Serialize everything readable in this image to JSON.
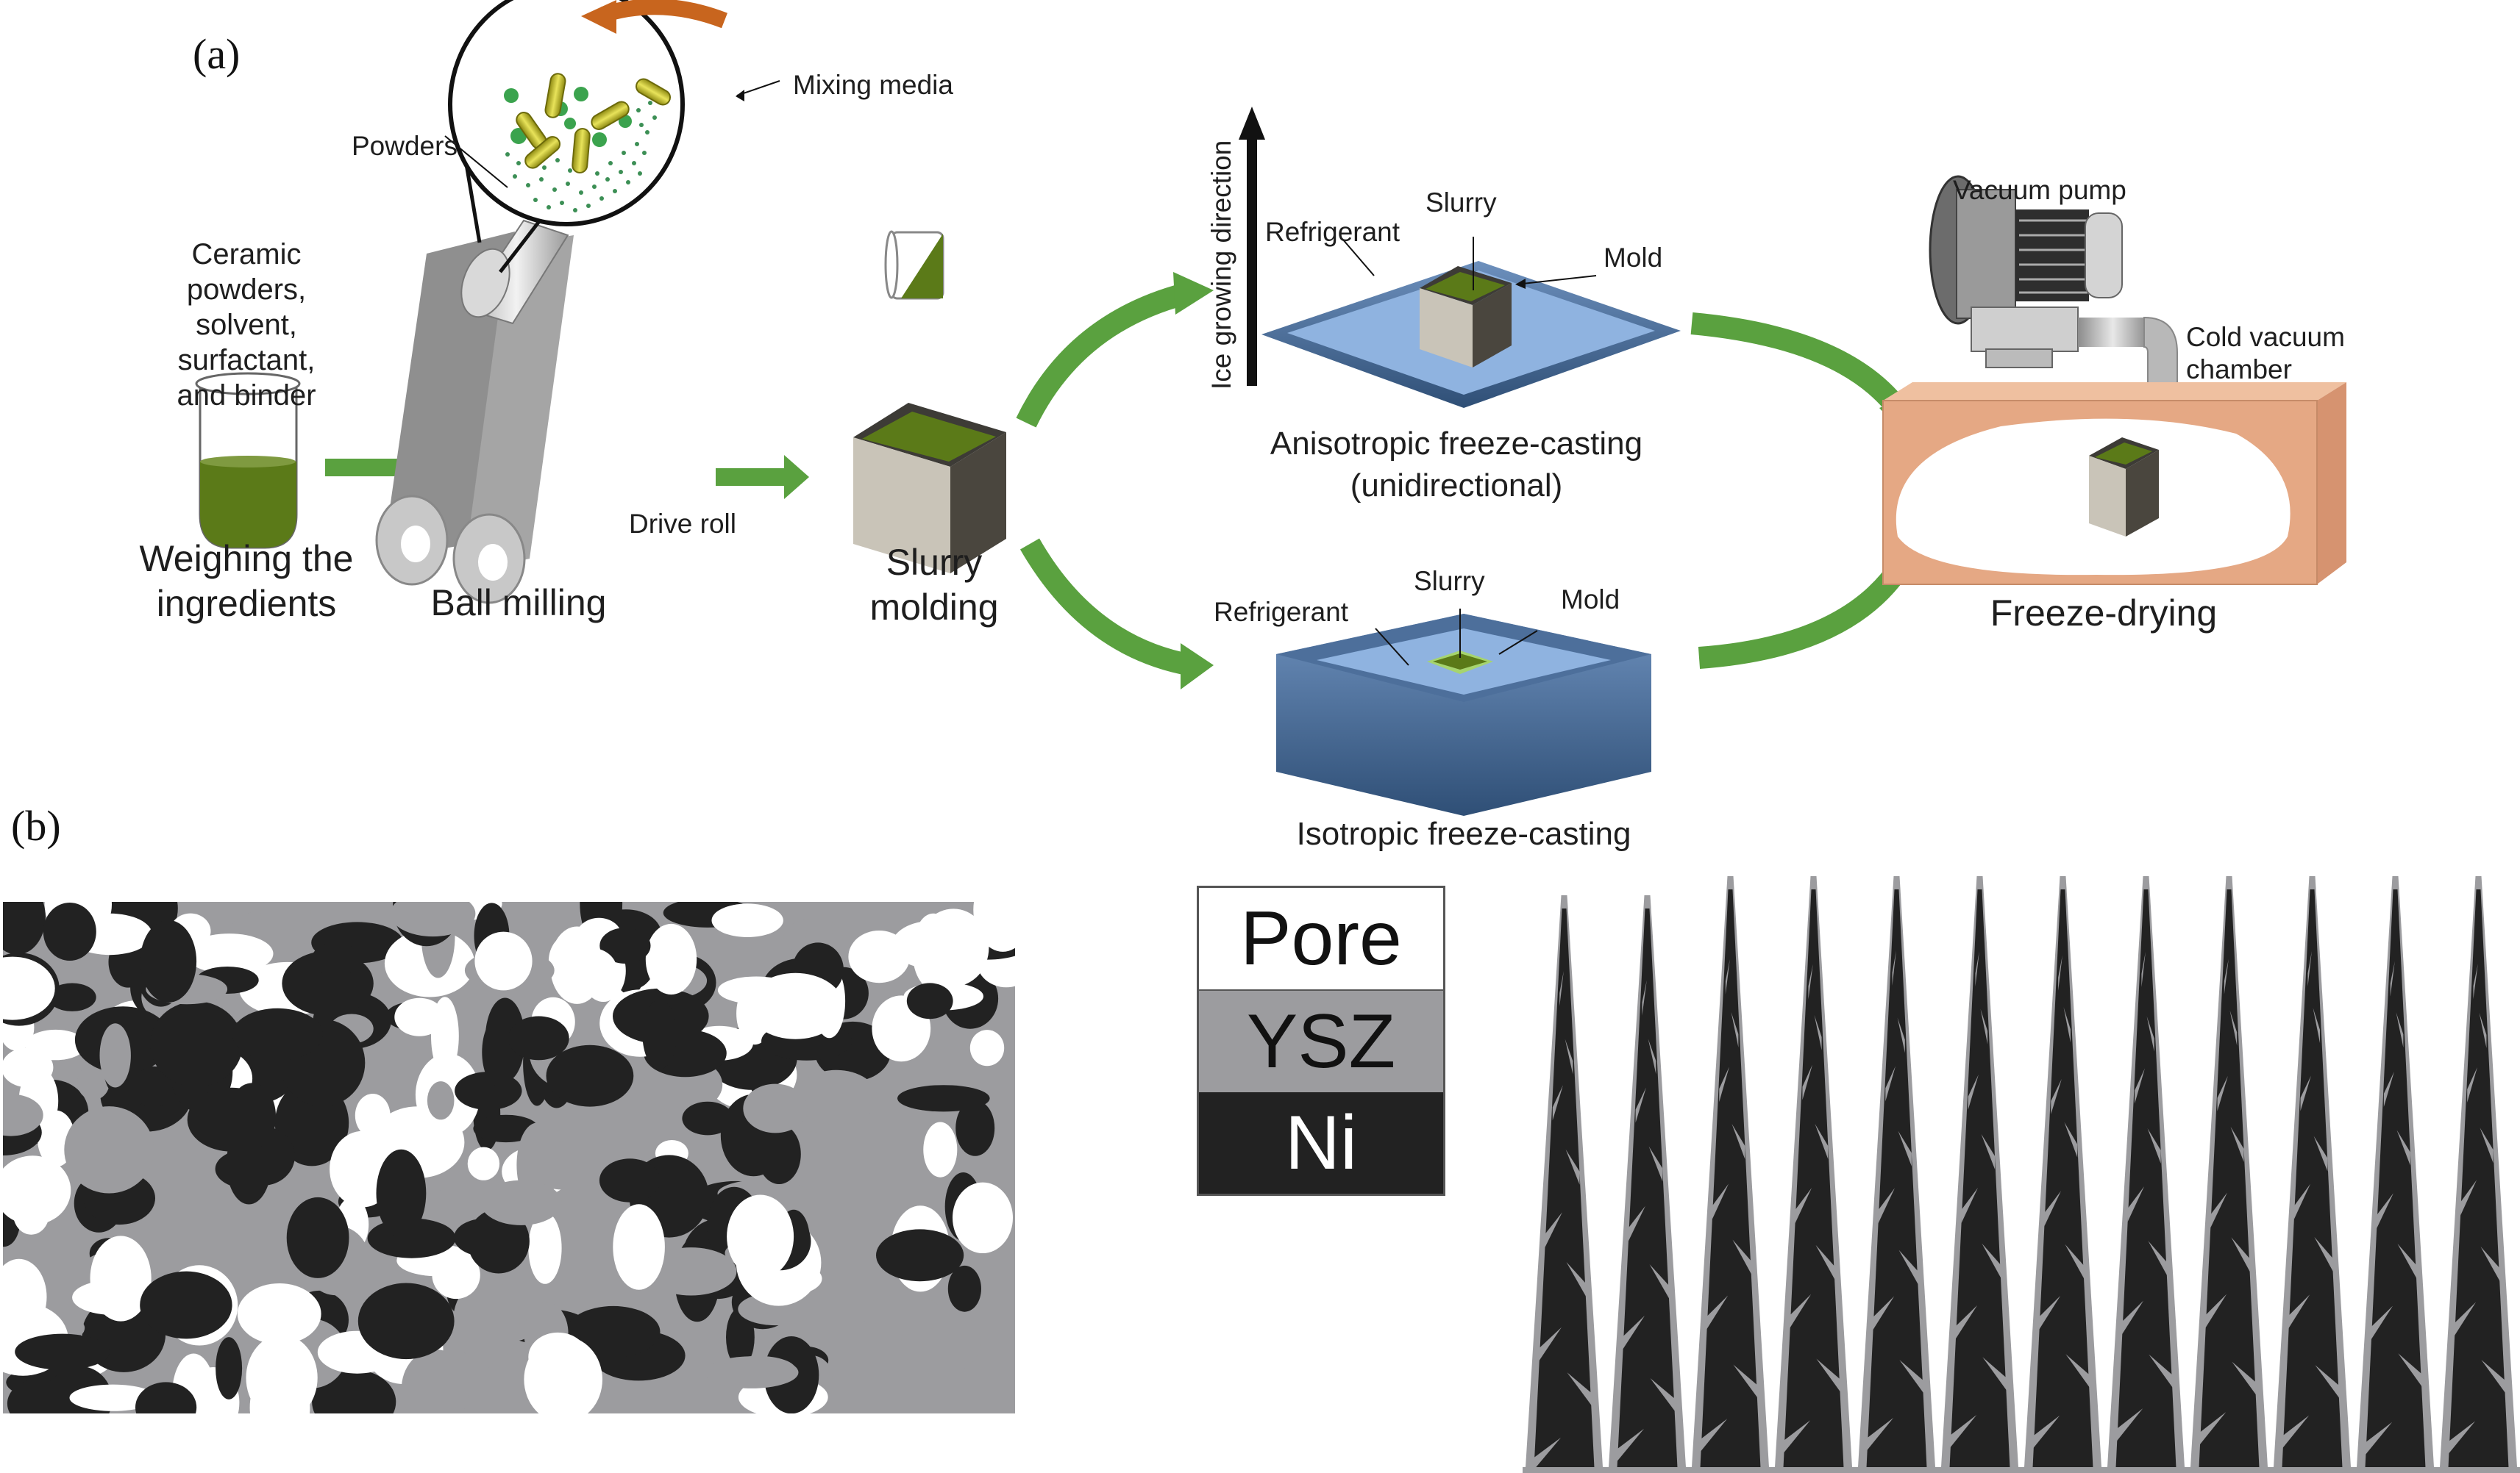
{
  "figure": {
    "panel_a": {
      "label": "(a)",
      "steps": [
        {
          "id": "weighing",
          "title": "Weighing the\ningredients",
          "note": "Ceramic powders,\nsolvent, surfactant,\nand binder"
        },
        {
          "id": "ball-milling",
          "title": "Ball milling",
          "callouts": [
            "Powders",
            "Mixing media",
            "Drive roll"
          ]
        },
        {
          "id": "slurry-molding",
          "title": "Slurry\nmolding"
        },
        {
          "id": "anisotropic",
          "title": "Anisotropic freeze-casting\n(unidirectional)",
          "callouts": [
            "Refrigerant",
            "Slurry",
            "Mold"
          ],
          "axis_label": "Ice growing direction"
        },
        {
          "id": "isotropic",
          "title": "Isotropic freeze-casting",
          "callouts": [
            "Refrigerant",
            "Slurry",
            "Mold"
          ]
        },
        {
          "id": "freeze-drying",
          "title": "Freeze-drying",
          "callouts": [
            "Vacuum pump",
            "Cold vacuum\nchamber"
          ]
        }
      ]
    },
    "panel_b": {
      "label": "(b)",
      "legend": [
        {
          "name": "Pore",
          "color": "#ffffff"
        },
        {
          "name": "YSZ",
          "color": "#9c9c9f"
        },
        {
          "name": "Ni",
          "color": "#222222"
        }
      ],
      "needle_count": 12
    },
    "colors": {
      "arrow_green": "#5aa13f",
      "slurry_green": "#5a7a1c",
      "refrigerant_blue": "#8fb3e0",
      "tray_dark_blue": "#3b5f88",
      "chamber_orange": "#e5a884",
      "rotation_orange": "#c8651e"
    }
  }
}
